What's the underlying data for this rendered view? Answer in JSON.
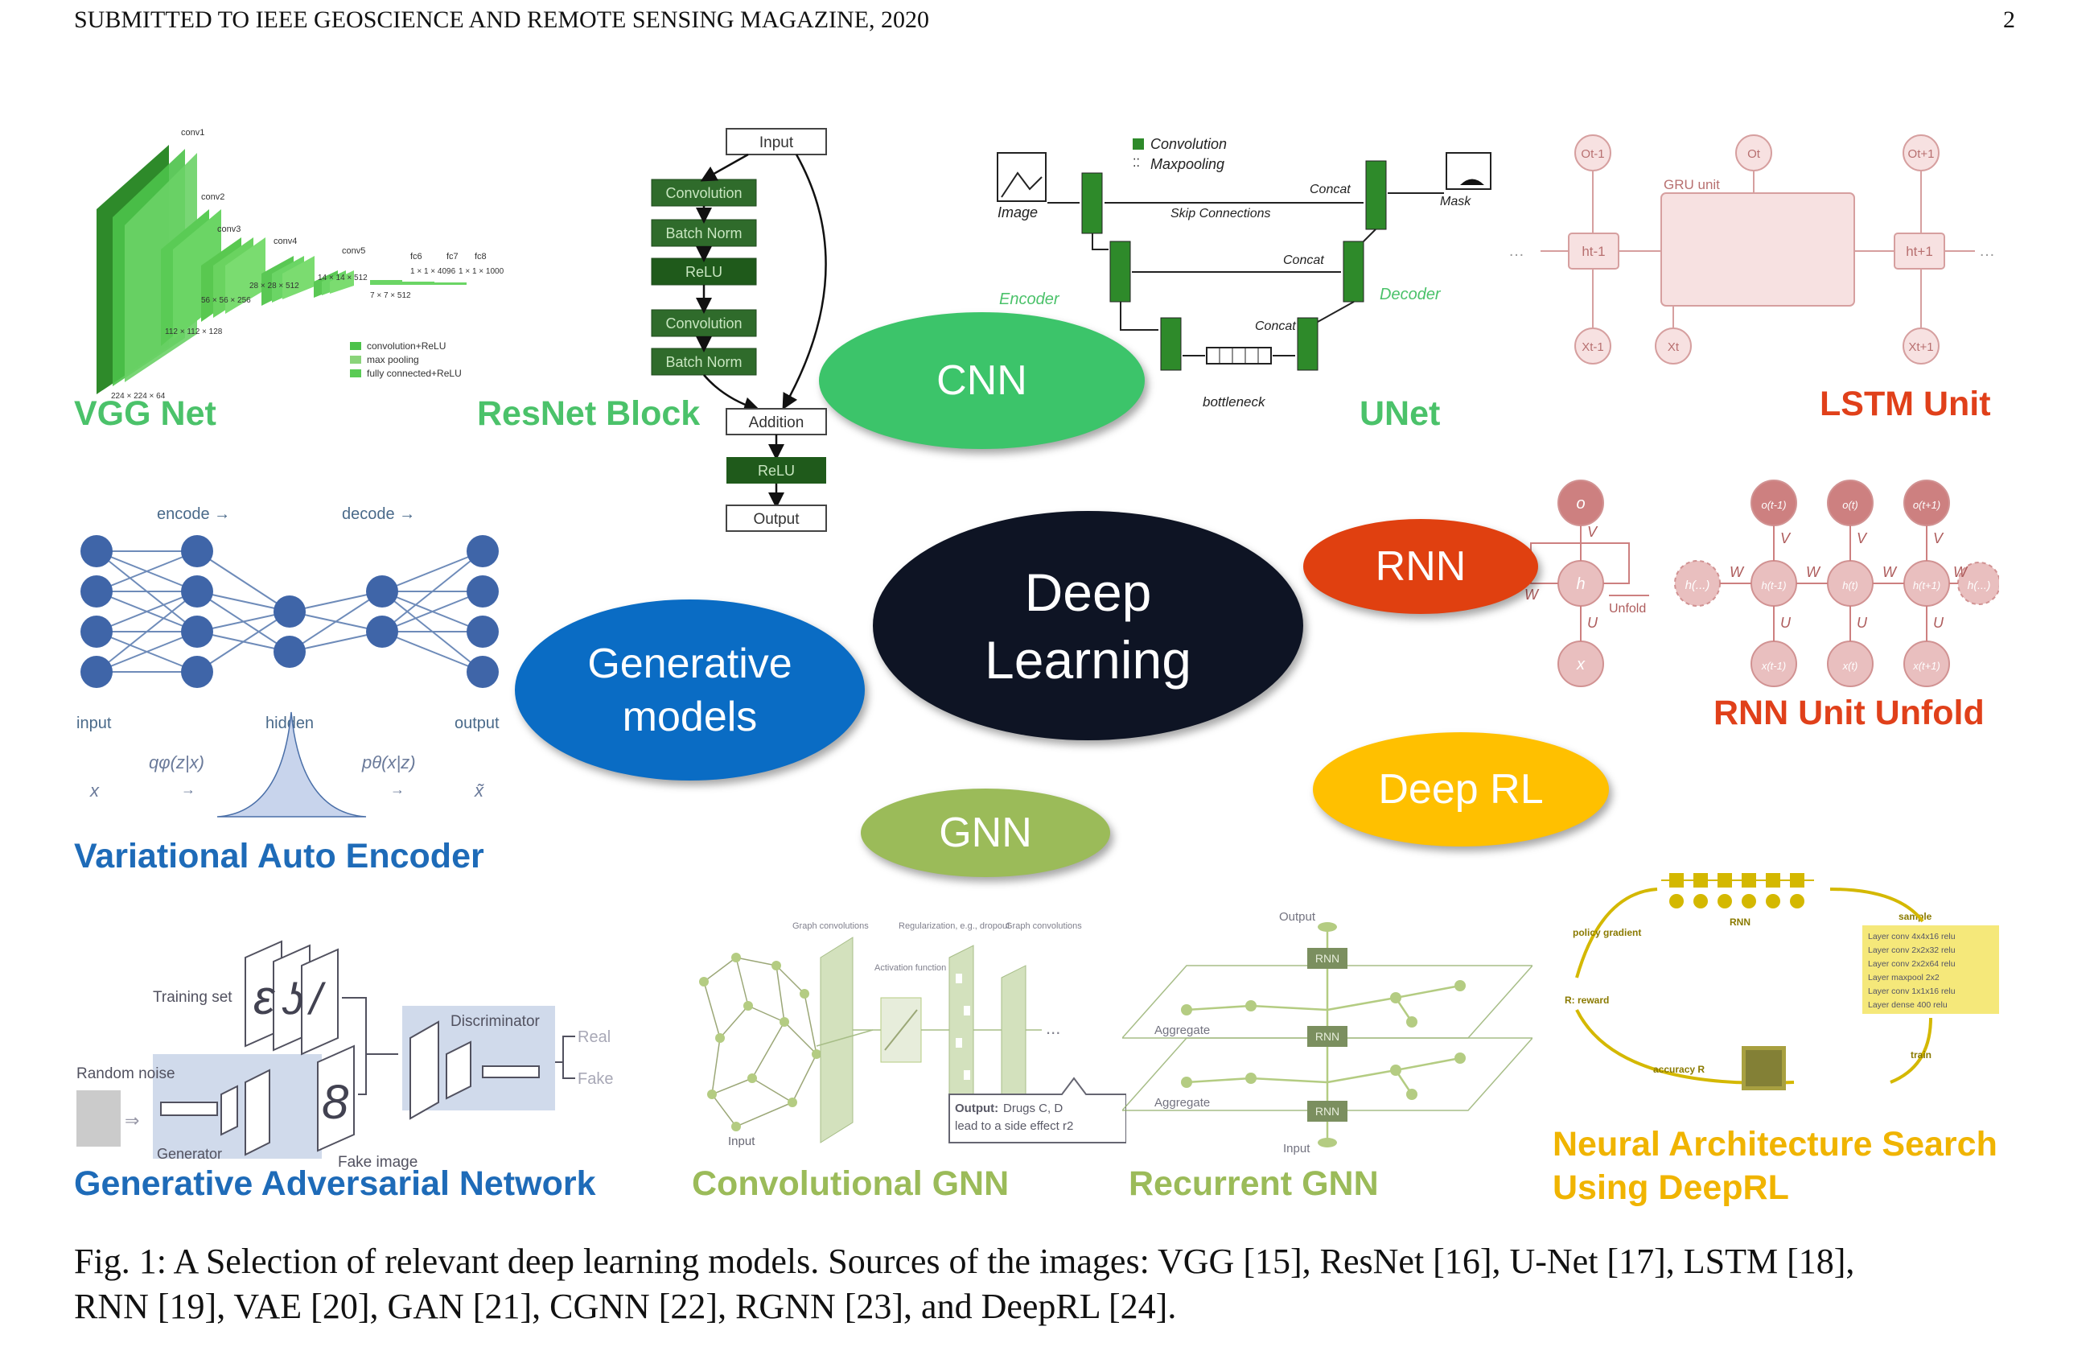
{
  "header": {
    "journal": "SUBMITTED TO IEEE GEOSCIENCE AND REMOTE SENSING MAGAZINE, 2020",
    "page": "2"
  },
  "center": {
    "title": "Deep Learning",
    "line1": "Deep",
    "line2": "Learning"
  },
  "categories": {
    "cnn": "CNN",
    "rnn": "RNN",
    "generative_line1": "Generative",
    "generative_line2": "models",
    "gnn": "GNN",
    "deeprl": "Deep RL"
  },
  "labels": {
    "vgg": "VGG Net",
    "resnet": "ResNet Block",
    "unet": "UNet",
    "lstm": "LSTM Unit",
    "rnn_unfold": "RNN Unit Unfold",
    "vae": "Variational Auto Encoder",
    "gan": "Generative Adversarial Network",
    "cgnn": "Convolutional GNN",
    "rgnn": "Recurrent GNN",
    "nas_line1": "Neural Architecture Search",
    "nas_line2": "Using DeepRL"
  },
  "vgg": {
    "layers": [
      "conv1",
      "conv2",
      "conv3",
      "conv4",
      "conv5",
      "fc6",
      "fc7",
      "fc8"
    ],
    "dims": [
      "224 × 224 × 64",
      "112 × 112 × 128",
      "56 × 56 × 256",
      "28 × 28 × 512",
      "14 × 14 × 512",
      "7 × 7 × 512",
      "1 × 1 × 4096",
      "1 × 1 × 1000"
    ],
    "legend": [
      "convolution+ReLU",
      "max pooling",
      "fully connected+ReLU"
    ]
  },
  "resnet": {
    "input": "Input",
    "blocks": [
      "Convolution",
      "Batch Norm",
      "ReLU",
      "Convolution",
      "Batch Norm"
    ],
    "addition": "Addition",
    "relu": "ReLU",
    "output": "Output"
  },
  "unet": {
    "legend": [
      "Convolution",
      "Maxpooling"
    ],
    "image": "Image",
    "mask": "Mask",
    "skip": "Skip Connections",
    "concat": "Concat",
    "encoder": "Encoder",
    "decoder": "Decoder",
    "bottleneck": "bottleneck"
  },
  "lstm": {
    "gru": "GRU unit",
    "outs": [
      "Ot-1",
      "Ot",
      "Ot+1"
    ],
    "hidden": [
      "ht-1",
      "ht+1"
    ],
    "inputs": [
      "Xt-1",
      "Xt",
      "Xt+1"
    ]
  },
  "rnn_unfold": {
    "o": "o",
    "h": "h",
    "x": "x",
    "v": "V",
    "w": "W",
    "u": "U",
    "unfold": "Unfold",
    "h_prev": "h(...)",
    "h_next": "h(...)",
    "outs": [
      "o(t-1)",
      "o(t)",
      "o(t+1)"
    ],
    "hs": [
      "h(t-1)",
      "h(t)",
      "h(t+1)"
    ],
    "xs": [
      "x(t-1)",
      "x(t)",
      "x(t+1)"
    ]
  },
  "vae": {
    "encode": "encode →",
    "decode": "decode →",
    "input": "input",
    "hidden": "hidden",
    "output": "output",
    "q": "qφ(z|x)",
    "p": "pθ(x|z)",
    "x": "x",
    "xt": "x̃"
  },
  "gan": {
    "training_set": "Training set",
    "random_noise": "Random noise",
    "generator": "Generator",
    "fake_image": "Fake image",
    "discriminator": "Discriminator",
    "real": "Real",
    "fake": "Fake"
  },
  "cgnn": {
    "graph_conv": "Graph convolutions",
    "reg": "Regularization, e.g., dropout",
    "graph_conv2": "Graph convolutions",
    "activation": "Activation function",
    "input": "Input",
    "output_label": "Output:",
    "output_text": "Drugs C, D",
    "output_text2": "lead to a side effect r2",
    "dots": "..."
  },
  "rgnn": {
    "output": "Output",
    "rnn": "RNN",
    "aggregate": "Aggregate",
    "input": "Input"
  },
  "nas": {
    "rnn": "RNN",
    "sample": "sample",
    "policy": "policy gradient",
    "reward": "R: reward",
    "accuracy": "accuracy R",
    "train": "train",
    "code": [
      "Layer conv 4x4x16 relu",
      "Layer conv 2x2x32 relu",
      "Layer conv 2x2x64 relu",
      "Layer maxpool 2x2",
      "Layer conv 1x1x16 relu",
      "Layer dense 400 relu"
    ]
  },
  "caption": {
    "line1": "Fig. 1: A Selection of relevant deep learning models. Sources of the images: VGG [15], ResNet [16], U-Net [17], LSTM [18],",
    "line2": "RNN [19], VAE [20], GAN [21], CGNN [22], RGNN [23], and DeepRL [24]."
  },
  "colors": {
    "cnn": "#3cc46a",
    "rnn": "#e04010",
    "generative": "#0a6cc4",
    "gnn": "#9bbb59",
    "deeprl": "#ffc000",
    "center": "#0e1424"
  }
}
